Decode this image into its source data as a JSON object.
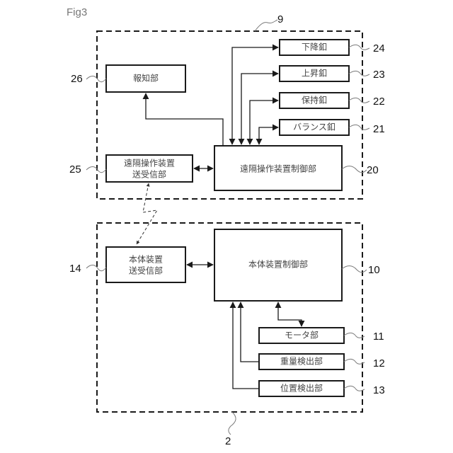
{
  "figure_label": "Fig3",
  "remote_device": {
    "ref": "9",
    "notification_unit": {
      "label": "報知部",
      "ref": "26"
    },
    "transceiver": {
      "label_line1": "遠隔操作装置",
      "label_line2": "送受信部",
      "ref": "25"
    },
    "controller": {
      "label": "遠隔操作装置制御部",
      "ref": "20"
    },
    "buttons": [
      {
        "label": "下降釦",
        "ref": "24"
      },
      {
        "label": "上昇釦",
        "ref": "23"
      },
      {
        "label": "保持釦",
        "ref": "22"
      },
      {
        "label": "バランス釦",
        "ref": "21"
      }
    ]
  },
  "main_device": {
    "ref": "2",
    "transceiver": {
      "label_line1": "本体装置",
      "label_line2": "送受信部",
      "ref": "14"
    },
    "controller": {
      "label": "本体装置制御部",
      "ref": "10"
    },
    "units": [
      {
        "label": "モータ部",
        "ref": "11"
      },
      {
        "label": "重量検出部",
        "ref": "12"
      },
      {
        "label": "位置検出部",
        "ref": "13"
      }
    ]
  }
}
